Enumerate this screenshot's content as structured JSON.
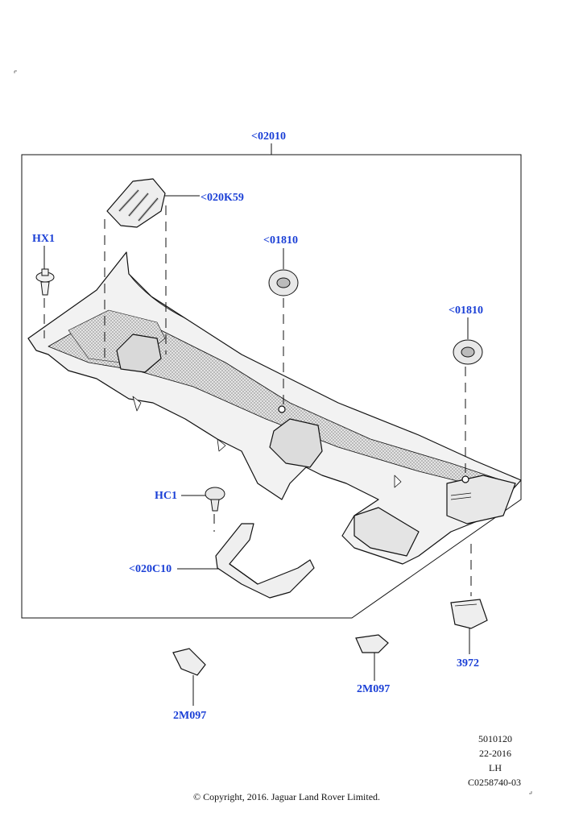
{
  "diagram": {
    "labels": {
      "assembly": "<02010",
      "grille_cover": "<020K59",
      "grommet_center": "<01810",
      "grommet_right": "<01810",
      "pin_left": "HX1",
      "clip_center": "HC1",
      "bracket": "<020C10",
      "seal_right": "3972",
      "seal_mid": "2M097",
      "seal_left": "2M097"
    },
    "meta": {
      "ref_number": "5010120",
      "ref_date": "22-2016",
      "ref_side": "LH",
      "ref_code": "C0258740-03"
    },
    "copyright": "© Copyright, 2016. Jaguar Land Rover Limited.",
    "colors": {
      "label": "#1a3fd6",
      "line": "#111111",
      "panel_fill": "#e6e6e6",
      "mesh": "#bdbdbd"
    }
  }
}
